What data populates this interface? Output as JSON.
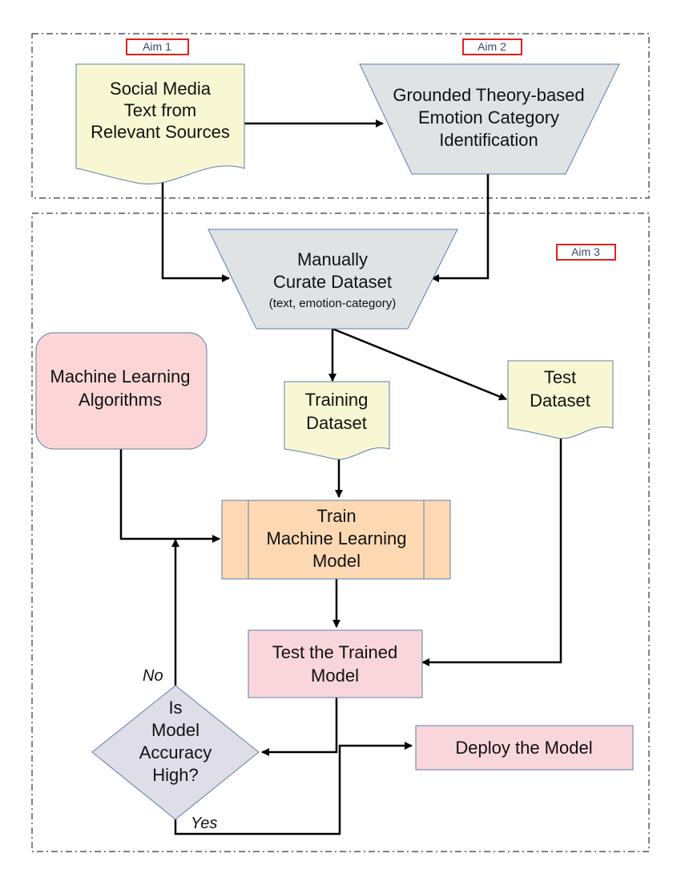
{
  "aims": {
    "aim1": "Aim 1",
    "aim2": "Aim 2",
    "aim3": "Aim 3"
  },
  "nodes": {
    "social_media_text": [
      "Social Media",
      "Text from",
      "Relevant Sources"
    ],
    "grounded_theory": [
      "Grounded Theory-based",
      "Emotion Category",
      "Identification"
    ],
    "curate_dataset": {
      "lines": [
        "Manually",
        "Curate Dataset"
      ],
      "note": "(text, emotion-category)"
    },
    "ml_algorithms": [
      "Machine Learning",
      "Algorithms"
    ],
    "training_dataset": [
      "Training",
      "Dataset"
    ],
    "test_dataset": [
      "Test",
      "Dataset"
    ],
    "train_model": [
      "Train",
      "Machine Learning",
      "Model"
    ],
    "test_trained_model": [
      "Test the Trained",
      "Model"
    ],
    "accuracy_decision": [
      "Is",
      "Model",
      "Accuracy",
      "High?"
    ],
    "deploy_model": "Deploy the Model"
  },
  "edge_labels": {
    "no": "No",
    "yes": "Yes"
  },
  "colors": {
    "document_fill": "#f7f8d3",
    "trapezoid_fill": "#dfe3e3",
    "node_border": "#5f7fa8",
    "ml_algorithms_fill": "#fcd6d6",
    "train_model_fill": "#fdd9b3",
    "test_model_fill": "#f9d6dc",
    "decision_fill": "#dedde8",
    "deploy_fill": "#f9d6dc",
    "aim_border": "#e02020",
    "arrow": "#000000"
  }
}
